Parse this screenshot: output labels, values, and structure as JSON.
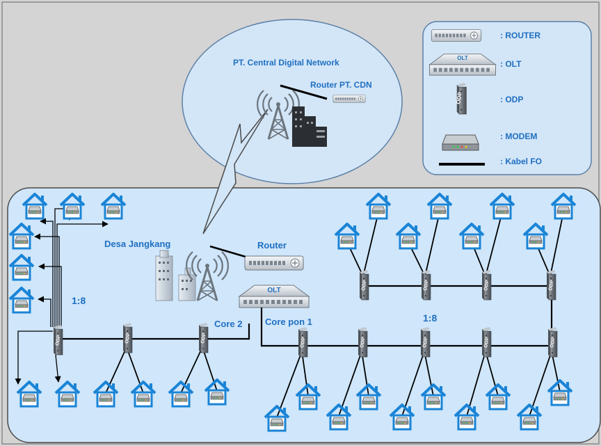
{
  "headquarters": {
    "company": "PT. Central Digital Network",
    "router_label": "Router  PT. CDN"
  },
  "village": {
    "name": "Desa Jangkang",
    "router_label": "Router",
    "olt_label": "OLT",
    "core2_label": "Core 2",
    "corepon1_label": "Core pon 1",
    "split_left": "1:8",
    "split_right": "1:8",
    "odp_label": "ODP"
  },
  "legend": {
    "router": ": ROUTER",
    "olt": ": OLT",
    "olt_icon_text": "OLT",
    "odp": ": ODP",
    "odp_icon_text": "ODP",
    "modem": ": MODEM",
    "fiber": ": Kabel FO"
  },
  "colors": {
    "background": "#d4d4d4",
    "zone": "#cfe6fb",
    "label": "#1f6fc0",
    "house": "#1a84d6",
    "fiber": "#000000"
  }
}
